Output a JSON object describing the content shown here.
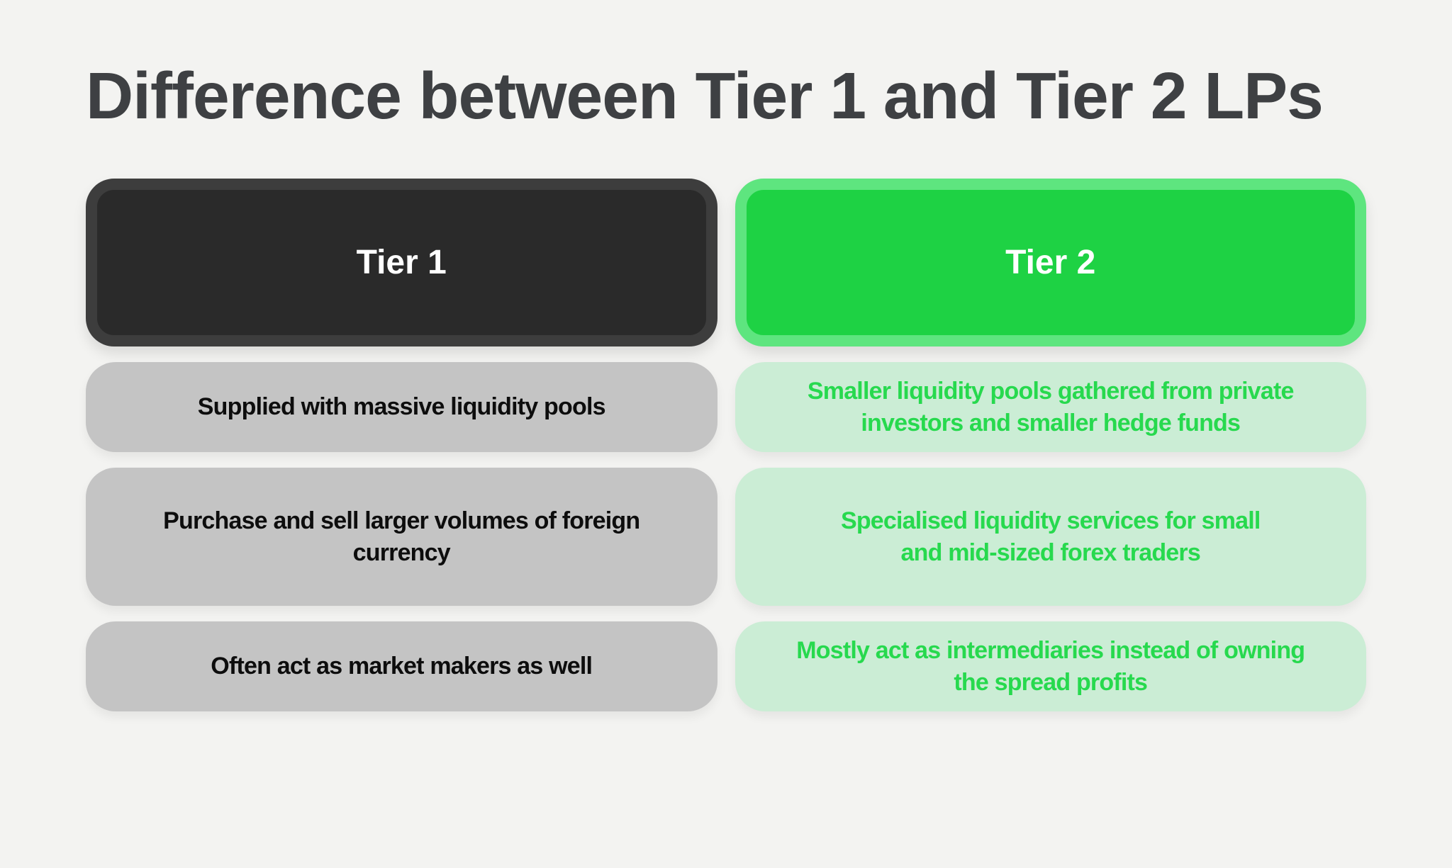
{
  "page": {
    "title": "Difference between Tier 1 and Tier 2 LPs",
    "title_color": "#3e4043",
    "background": "#f3f3f1"
  },
  "comparison": {
    "columns": [
      {
        "id": "tier1",
        "header": {
          "label": "Tier 1",
          "fill": "#2a2a2a",
          "ring": "#3d3d3d",
          "text_color": "#ffffff"
        },
        "row_style": {
          "bg": "#c4c4c4",
          "text_color": "#0d0d0d"
        },
        "rows": [
          {
            "lines": [
              "Supplied with massive liquidity pools"
            ]
          },
          {
            "lines": [
              "Purchase and sell larger volumes of foreign currency"
            ]
          },
          {
            "lines": [
              "Often act as market makers as well"
            ]
          }
        ]
      },
      {
        "id": "tier2",
        "header": {
          "label": "Tier 2",
          "fill": "#1ed244",
          "ring": "#5ee57f",
          "text_color": "#ffffff"
        },
        "row_style": {
          "bg": "#cbedd5",
          "text_color": "#27d94e"
        },
        "rows": [
          {
            "lines": [
              "Smaller liquidity pools gathered from private",
              "investors and smaller hedge funds"
            ]
          },
          {
            "lines": [
              "Specialised liquidity services for small",
              "and mid-sized forex traders"
            ]
          },
          {
            "lines": [
              "Mostly act as intermediaries instead of owning",
              "the spread profits"
            ]
          }
        ]
      }
    ]
  }
}
